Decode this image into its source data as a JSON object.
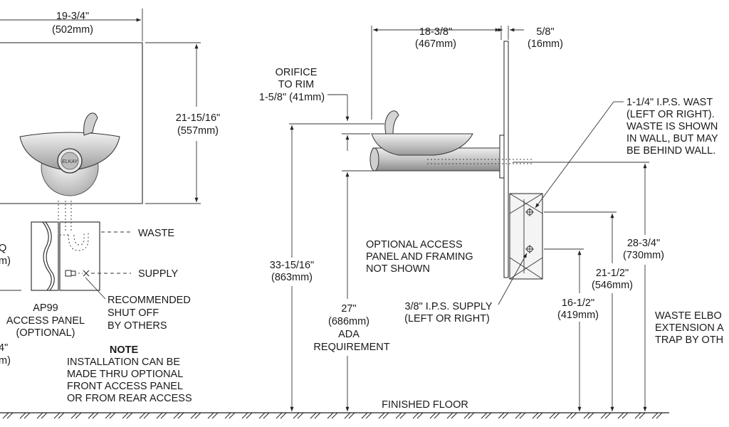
{
  "front_view": {
    "width_dim": [
      "19-3/4\"",
      "(502mm)"
    ],
    "height_dim": [
      "21-15/16\"",
      "(557mm)"
    ],
    "logo_text": "ELKAY",
    "cut_left_1": [
      "Q",
      "m)"
    ],
    "cut_left_2": [
      "4\"",
      "m)"
    ],
    "waste_label": "WASTE",
    "supply_label": "SUPPLY",
    "shutoff_label": [
      "RECOMMENDED",
      "SHUT OFF",
      "BY OTHERS"
    ],
    "access_panel_label": [
      "AP99",
      "ACCESS PANEL",
      "(OPTIONAL)"
    ],
    "note_title": "NOTE",
    "note_text": [
      "INSTALLATION CAN BE",
      "MADE THRU OPTIONAL",
      "FRONT ACCESS PANEL",
      "OR FROM REAR ACCESS"
    ]
  },
  "side_view": {
    "depth_dim": [
      "18-3/8\"",
      "(467mm)"
    ],
    "wall_dim": [
      "5/8\"",
      "(16mm)"
    ],
    "orifice_label": [
      "ORIFICE",
      "TO RIM",
      "1-5/8\" (41mm)"
    ],
    "rim_height_dim": [
      "33-15/16\"",
      "(863mm)"
    ],
    "ada_dim": [
      "27\"",
      "(686mm)",
      "ADA",
      "REQUIREMENT"
    ],
    "access_note": [
      "OPTIONAL ACCESS",
      "PANEL AND FRAMING",
      "NOT SHOWN"
    ],
    "supply_note": [
      "3/8\" I.P.S. SUPPLY",
      "(LEFT OR RIGHT)"
    ],
    "waste_note": [
      "1-1/4\" I.P.S. WAST",
      "(LEFT OR RIGHT).",
      "WASTE IS SHOWN",
      "IN WALL, BUT MAY",
      "BE BEHIND WALL."
    ],
    "dim_28": [
      "28-3/4\"",
      "(730mm)"
    ],
    "dim_21": [
      "21-1/2\"",
      "(546mm)"
    ],
    "dim_16": [
      "16-1/2\"",
      "(419mm)"
    ],
    "waste_elbow_note": [
      "WASTE ELBO",
      "EXTENSION A",
      "TRAP BY OTH"
    ],
    "floor_label": "FINISHED FLOOR"
  }
}
